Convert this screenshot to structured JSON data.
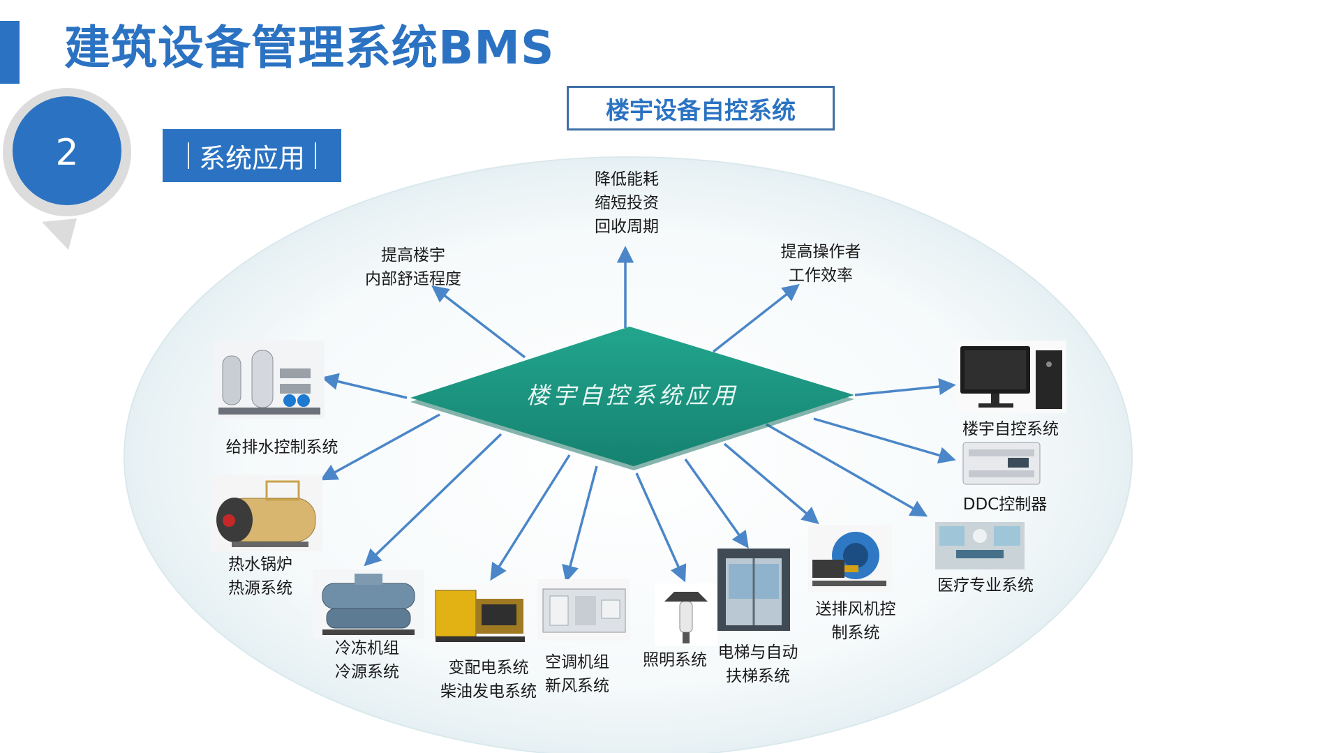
{
  "header": {
    "title": "建筑设备管理系统BMS",
    "subtitle_box": "楼宇设备自控系统",
    "section_number": "2",
    "section_label": "系统应用"
  },
  "center": {
    "label": "楼宇自控系统应用"
  },
  "benefits": [
    {
      "lines": [
        "降低能耗",
        "缩短投资",
        "回收周期"
      ]
    },
    {
      "lines": [
        "提高楼宇",
        "内部舒适程度"
      ]
    },
    {
      "lines": [
        "提高操作者",
        "工作效率"
      ]
    }
  ],
  "subsystems": [
    {
      "id": "water",
      "lines": [
        "给排水控制系统"
      ],
      "icon": "water-pump-icon"
    },
    {
      "id": "boiler",
      "lines": [
        "热水锅炉",
        "热源系统"
      ],
      "icon": "boiler-icon"
    },
    {
      "id": "chiller",
      "lines": [
        "冷冻机组",
        "冷源系统"
      ],
      "icon": "chiller-icon"
    },
    {
      "id": "power",
      "lines": [
        "变配电系统",
        "柴油发电系统"
      ],
      "icon": "generator-icon"
    },
    {
      "id": "ahu",
      "lines": [
        "空调机组",
        "新风系统"
      ],
      "icon": "air-handler-icon"
    },
    {
      "id": "lighting",
      "lines": [
        "照明系统"
      ],
      "icon": "lamp-icon"
    },
    {
      "id": "elevator",
      "lines": [
        "电梯与自动",
        "扶梯系统"
      ],
      "icon": "elevator-icon"
    },
    {
      "id": "fan",
      "lines": [
        "送排风机控",
        "制系统"
      ],
      "icon": "fan-icon"
    },
    {
      "id": "medical",
      "lines": [
        "医疗专业系统"
      ],
      "icon": "operating-room-icon"
    },
    {
      "id": "ddc",
      "lines": [
        "DDC控制器"
      ],
      "icon": "ddc-controller-icon"
    },
    {
      "id": "bas",
      "lines": [
        "楼宇自控系统"
      ],
      "icon": "computer-icon"
    }
  ],
  "colors": {
    "accent": "#2b73c2",
    "diamond": "#1c9a84",
    "arrow": "#4a86c8",
    "ellipse": "#eaf3f6"
  }
}
